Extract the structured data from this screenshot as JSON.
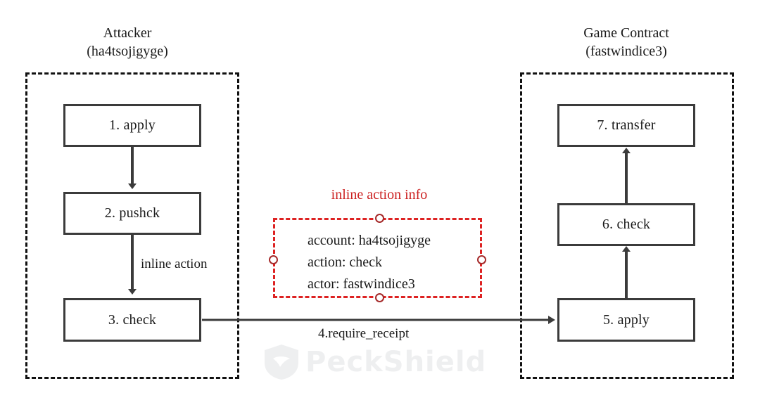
{
  "diagram": {
    "title_left": "Attacker",
    "title_left_sub": "(ha4tsojigyge)",
    "title_right": "Game Contract",
    "title_right_sub": "(fastwindice3)",
    "boxes": {
      "b1": "1. apply",
      "b2": "2. pushck",
      "b3": "3. check",
      "b5": "5. apply",
      "b6": "6. check",
      "b7": "7. transfer"
    },
    "edges": {
      "inline_action": "inline action",
      "require_receipt": "4.require_receipt"
    },
    "callout": {
      "title": "inline action info",
      "line1": "account: ha4tsojigyge",
      "line2": "action: check",
      "line3": "actor: fastwindice3",
      "accent_color": "#dd2222",
      "handle_color": "#a52a2a"
    },
    "watermark": {
      "text": "PeckShield",
      "color": "#c9cbd0"
    },
    "colors": {
      "box_border": "#3b3b3b",
      "container_border": "#111111",
      "text": "#1a1a1a",
      "background": "#ffffff"
    }
  }
}
